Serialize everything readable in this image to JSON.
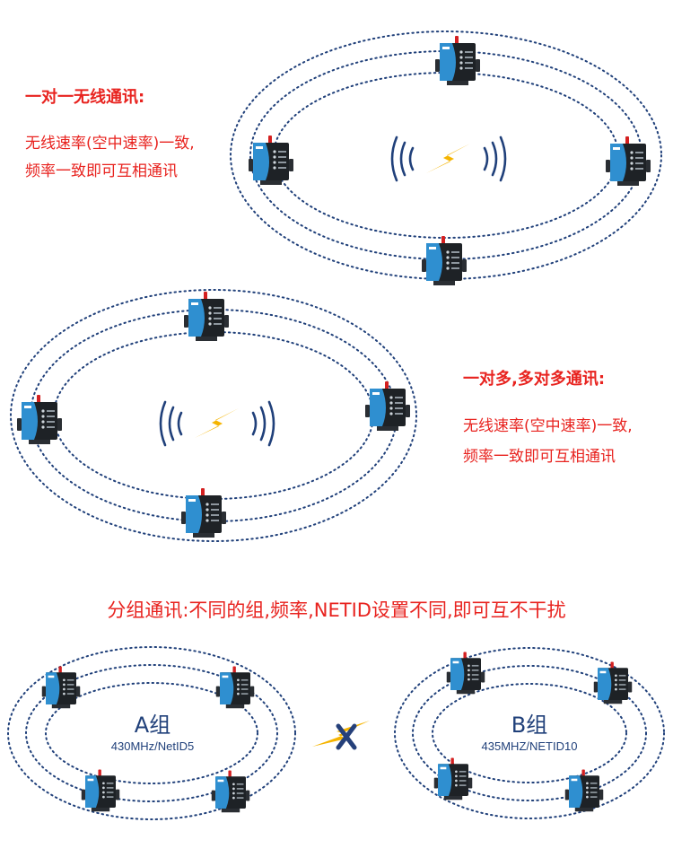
{
  "section1": {
    "title": "一对一无线通讯:",
    "line1": "无线速率(空中速率)一致,",
    "line2": "频率一致即可互相通讯"
  },
  "section2": {
    "title": "一对多,多对多通讯:",
    "line1": "无线速率(空中速率)一致,",
    "line2": "频率一致即可互相通讯"
  },
  "section3": {
    "title": "分组通讯:不同的组,频率,NETID设置不同,即可互不干扰",
    "group_a": {
      "name": "A组",
      "freq": "430MHz/NetID5"
    },
    "group_b": {
      "name": "B组",
      "freq": "435MHZ/NETID10"
    }
  },
  "colors": {
    "text_red": "#e8231f",
    "ring_blue": "#20407a",
    "device_blue": "#2f8fd0",
    "device_dark": "#1e2226",
    "antenna_red": "#d42020",
    "bolt": "#f5b400",
    "cross": "#25407a"
  },
  "icons": [
    "radio-module-icon",
    "wireless-signal-icon",
    "lightning-bolt-icon",
    "cross-icon"
  ]
}
